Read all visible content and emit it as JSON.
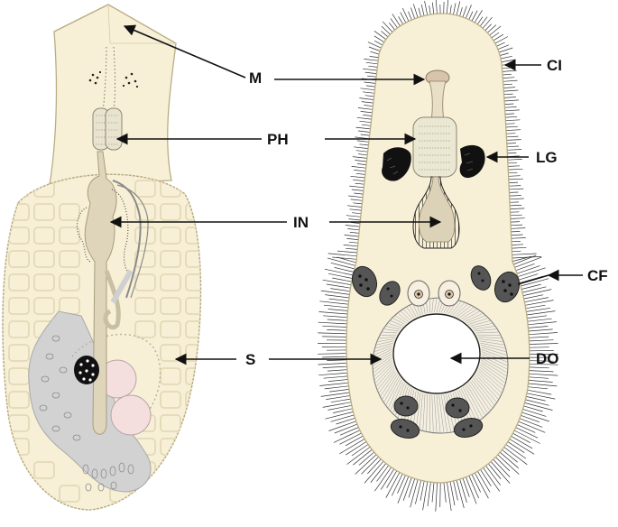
{
  "labels": {
    "M": "M",
    "PH": "PH",
    "IN": "IN",
    "S": "S",
    "CI": "CI",
    "LG": "LG",
    "CF": "CF",
    "DO": "DO"
  },
  "colors": {
    "body_fill": "#f7f0d6",
    "body_stroke": "#b9ad86",
    "grid_stroke": "#e4d9b6",
    "organ_gray": "#cfcfcf",
    "organ_gray_dark": "#9e9e9e",
    "pharynx_fill": "#e9e4cf",
    "pink": "#f3dcdc",
    "cilia": "#333333",
    "arrow": "#111111"
  },
  "icons": [
    "arrow-pointer-icon",
    "cilia-fringe-icon",
    "eye-spot-icon"
  ]
}
